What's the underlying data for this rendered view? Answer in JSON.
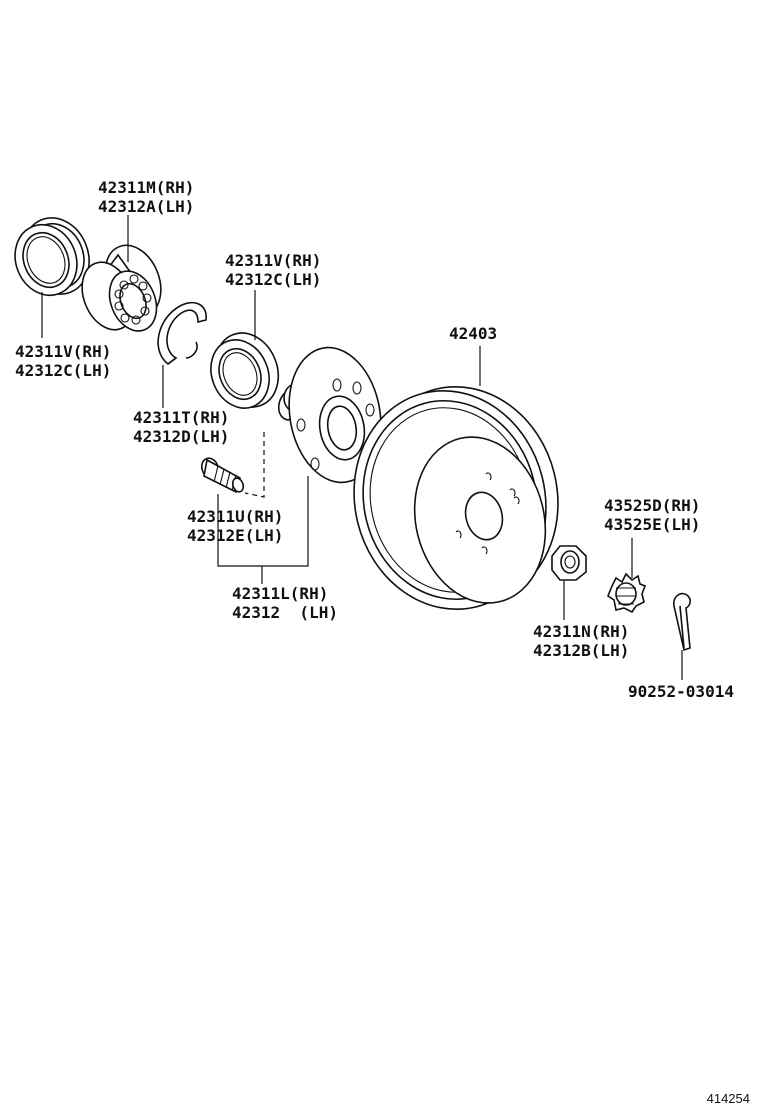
{
  "callouts": {
    "hub_bearing": {
      "rh": "42311M(RH)",
      "lh": "42312A(LH)"
    },
    "outer_seal": {
      "rh": "42311V(RH)",
      "lh": "42312C(LH)"
    },
    "inner_seal": {
      "rh": "42311V(RH)",
      "lh": "42312C(LH)"
    },
    "snap_ring": {
      "rh": "42311T(RH)",
      "lh": "42312D(LH)"
    },
    "hub_bolt": {
      "rh": "42311U(RH)",
      "lh": "42312E(LH)"
    },
    "hub_assy": {
      "rh": "42311L(RH)",
      "lh": "42312  (LH)"
    },
    "brake_drum": {
      "part": "42403"
    },
    "nut_lock_cap": {
      "rh": "43525D(RH)",
      "lh": "43525E(LH)"
    },
    "hub_nut": {
      "rh": "42311N(RH)",
      "lh": "42312B(LH)"
    },
    "cotter_pin": {
      "part": "90252-03014"
    }
  },
  "figure_number": "414254"
}
